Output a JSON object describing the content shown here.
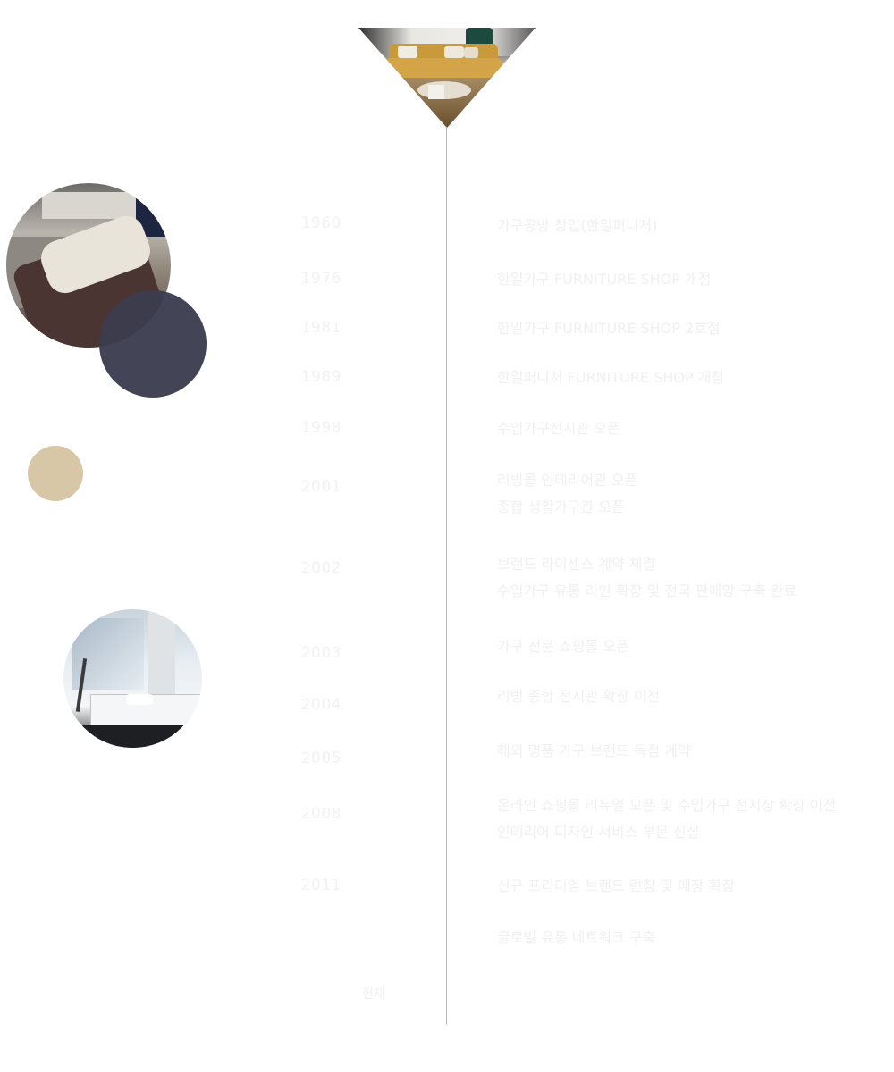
{
  "timeline": [
    {
      "year": "1960",
      "lines": [
        "가구공방 창업(한일퍼니처)"
      ]
    },
    {
      "year": "1976",
      "lines": [
        "한일가구 FURNITURE SHOP 개점"
      ]
    },
    {
      "year": "1981",
      "lines": [
        "한일가구 FURNITURE SHOP 2호점"
      ]
    },
    {
      "year": "1989",
      "lines": [
        "한일퍼니처 FURNITURE SHOP 개점"
      ]
    },
    {
      "year": "1998",
      "lines": [
        "수입가구전시관 오픈"
      ]
    },
    {
      "year": "2001",
      "lines": [
        "리빙몰 인테리어관 오픈",
        "종합 생활가구관 오픈"
      ]
    },
    {
      "year": "2002",
      "lines": [
        "브랜드 라이센스 계약 체결",
        "수입가구 유통 라인 확장 및 전국 판매망 구축 완료"
      ]
    },
    {
      "year": "2003",
      "lines": [
        "가구 전문 쇼핑몰 오픈"
      ]
    },
    {
      "year": "2004",
      "lines": [
        "리빙 종합 전시관 확장 이전"
      ]
    },
    {
      "year": "2005",
      "lines": [
        "해외 명품 가구 브랜드 독점 계약"
      ]
    },
    {
      "year": "2008",
      "lines": [
        "온라인 쇼핑몰 리뉴얼 오픈 및 수입가구 전시장 확장 이전",
        "인테리어 디자인 서비스 부문 신설"
      ]
    },
    {
      "year": "2011",
      "lines": [
        "신규 프리미엄 브랜드 런칭 및 매장 확장"
      ]
    },
    {
      "year": "",
      "lines": [
        "글로벌 유통 네트워크 구축"
      ]
    }
  ],
  "footer_label": "현재",
  "colors": {
    "timeline_line": "#b9b9b9",
    "navy_circle": "#3b3c4e",
    "beige_circle": "#d8c7a7"
  }
}
